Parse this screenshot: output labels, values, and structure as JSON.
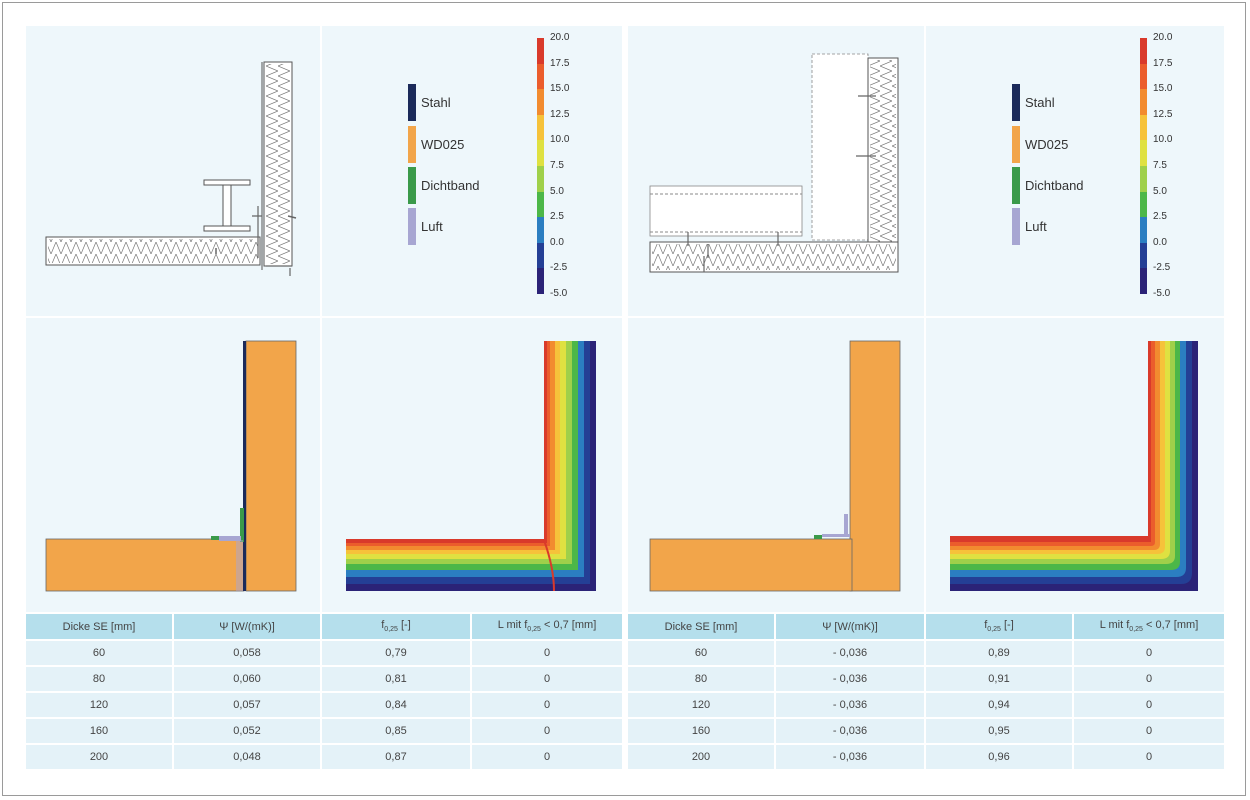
{
  "legend": [
    {
      "label": "Stahl",
      "color": "#1b2a5a"
    },
    {
      "label": "WD025",
      "color": "#f2a54a"
    },
    {
      "label": "Dichtband",
      "color": "#3a9a4a"
    },
    {
      "label": "Luft",
      "color": "#a7a6d2"
    }
  ],
  "scale": {
    "ticks": [
      "20.0",
      "17.5",
      "15.0",
      "12.5",
      "10.0",
      "7.5",
      "5.0",
      "2.5",
      "0.0",
      "-2.5",
      "-5.0"
    ],
    "colors": [
      "#d93a2b",
      "#eb5d2c",
      "#f28b2f",
      "#f6c23a",
      "#dfe141",
      "#9fd04a",
      "#4cb748",
      "#2b7ec1",
      "#243f95",
      "#2b2377"
    ]
  },
  "table_left": {
    "headers": {
      "col1": "Dicke SE [mm]",
      "col2": "Ψ [W/(mK)]",
      "col3_main": "f",
      "col3_sub": "0,25",
      "col3_tail": " [-]",
      "col4_main": "L mit f",
      "col4_sub": "0,25",
      "col4_tail": " < 0,7 [mm]"
    },
    "rows": [
      [
        "60",
        "0,058",
        "0,79",
        "0"
      ],
      [
        "80",
        "0,060",
        "0,81",
        "0"
      ],
      [
        "120",
        "0,057",
        "0,84",
        "0"
      ],
      [
        "160",
        "0,052",
        "0,85",
        "0"
      ],
      [
        "200",
        "0,048",
        "0,87",
        "0"
      ]
    ]
  },
  "table_right": {
    "headers": {
      "col1": "Dicke SE [mm]",
      "col2": "Ψ [W/(mK)]",
      "col3_main": "f",
      "col3_sub": "0,25",
      "col3_tail": " [-]",
      "col4_main": "L mit f",
      "col4_sub": "0,25",
      "col4_tail": " < 0,7 [mm]"
    },
    "rows": [
      [
        "60",
        "- 0,036",
        "0,89",
        "0"
      ],
      [
        "80",
        "- 0,036",
        "0,91",
        "0"
      ],
      [
        "120",
        "- 0,036",
        "0,94",
        "0"
      ],
      [
        "160",
        "- 0,036",
        "0,95",
        "0"
      ],
      [
        "200",
        "- 0,036",
        "0,96",
        "0"
      ]
    ]
  }
}
